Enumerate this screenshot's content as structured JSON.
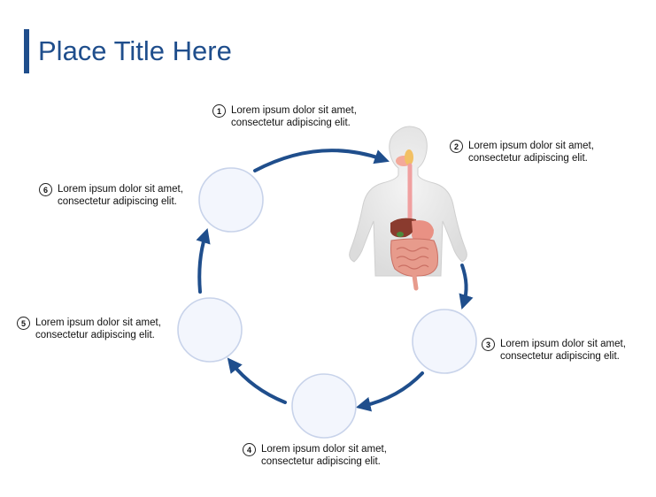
{
  "title": "Place Title Here",
  "colors": {
    "accent": "#1f4e8c",
    "node_fill": "#f3f6fd",
    "node_stroke": "#c8d3ea"
  },
  "steps": [
    {
      "number": "1",
      "text": "Lorem ipsum dolor sit amet, consectetur adipiscing elit."
    },
    {
      "number": "2",
      "text": "Lorem ipsum dolor sit amet, consectetur adipiscing elit."
    },
    {
      "number": "3",
      "text": "Lorem ipsum dolor sit amet, consectetur adipiscing elit."
    },
    {
      "number": "4",
      "text": "Lorem ipsum dolor sit amet, consectetur adipiscing elit."
    },
    {
      "number": "5",
      "text": "Lorem ipsum dolor sit amet, consectetur adipiscing elit."
    },
    {
      "number": "6",
      "text": "Lorem ipsum dolor sit amet, consectetur adipiscing elit."
    }
  ]
}
